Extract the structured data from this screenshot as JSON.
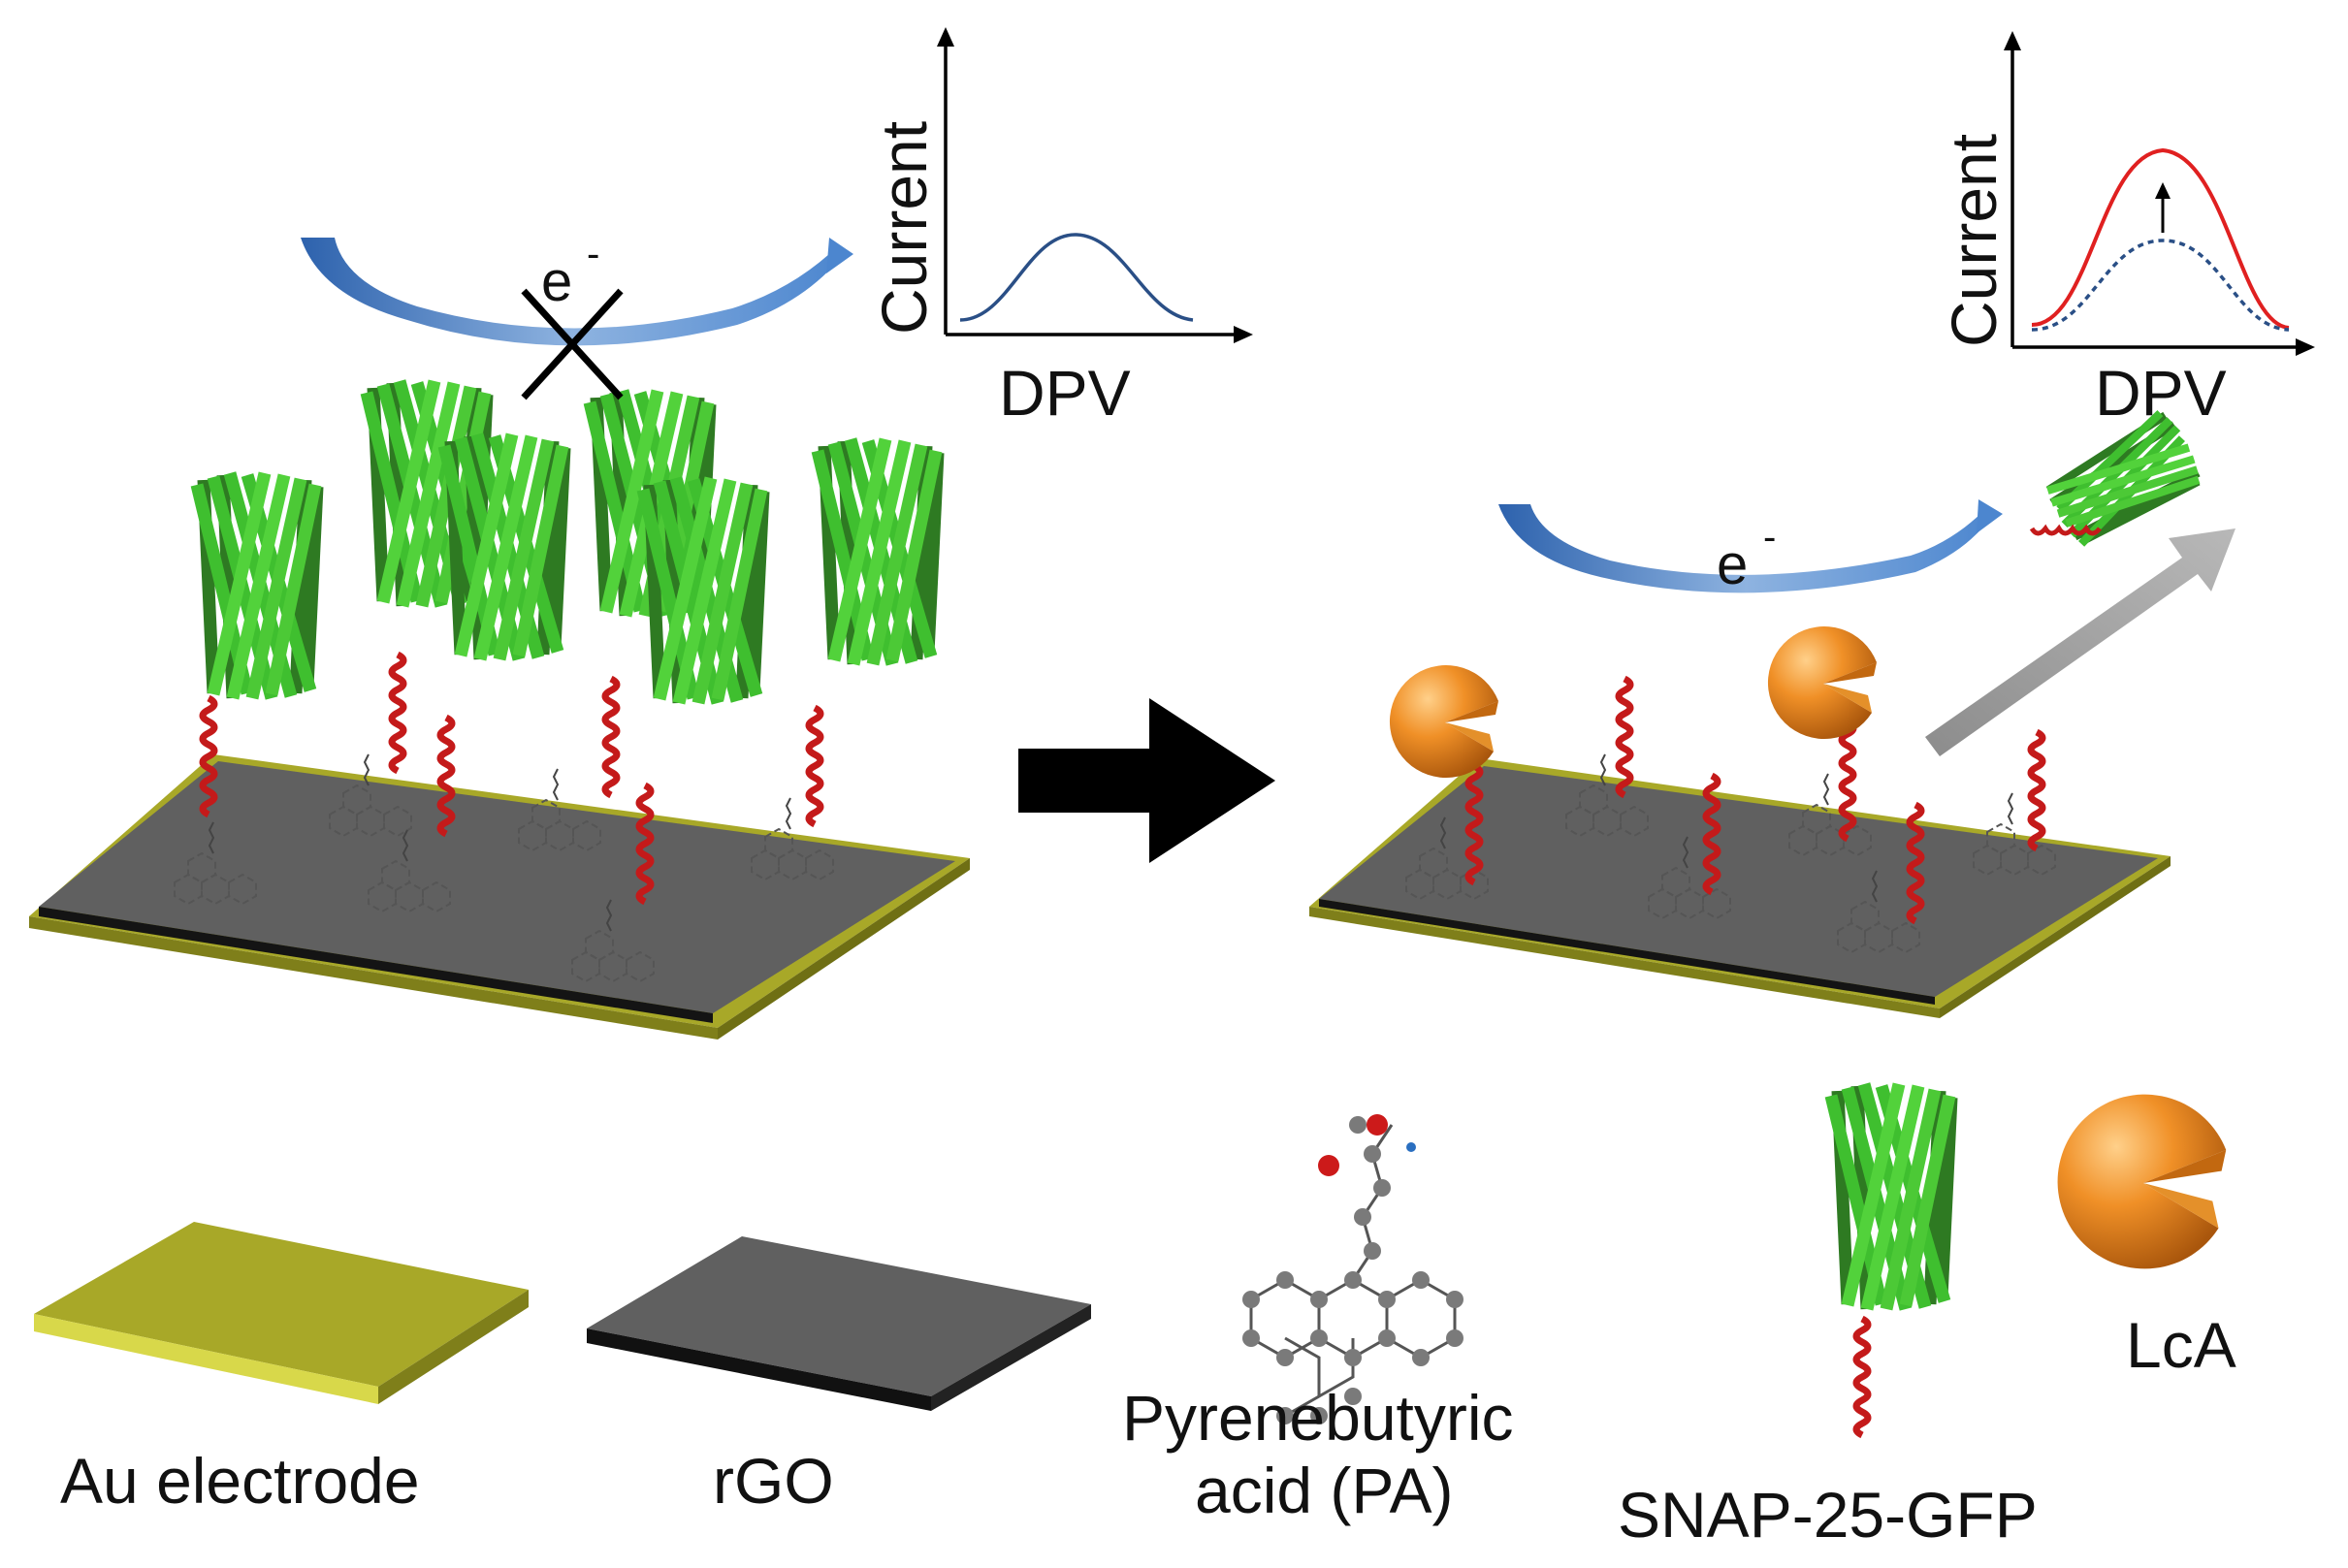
{
  "labels": {
    "electron": "e",
    "electron_sup": "-",
    "current": "Current",
    "dpv": "DPV",
    "au": "Au electrode",
    "rgo": "rGO",
    "pa_line1": "Pyrenebutyric",
    "pa_line2": "acid (PA)",
    "snap": "SNAP-25-GFP",
    "lca": "LcA"
  },
  "colors": {
    "gold": "#b8b82a",
    "graphene": "#5e5e5e",
    "gfp": "#3cb02c",
    "helix": "#c41a1a",
    "lca": "#ee8a1e",
    "arrow_blue": "#3f7cc8",
    "peak_red": "#e02020",
    "peak_blue": "#2a4f86"
  }
}
